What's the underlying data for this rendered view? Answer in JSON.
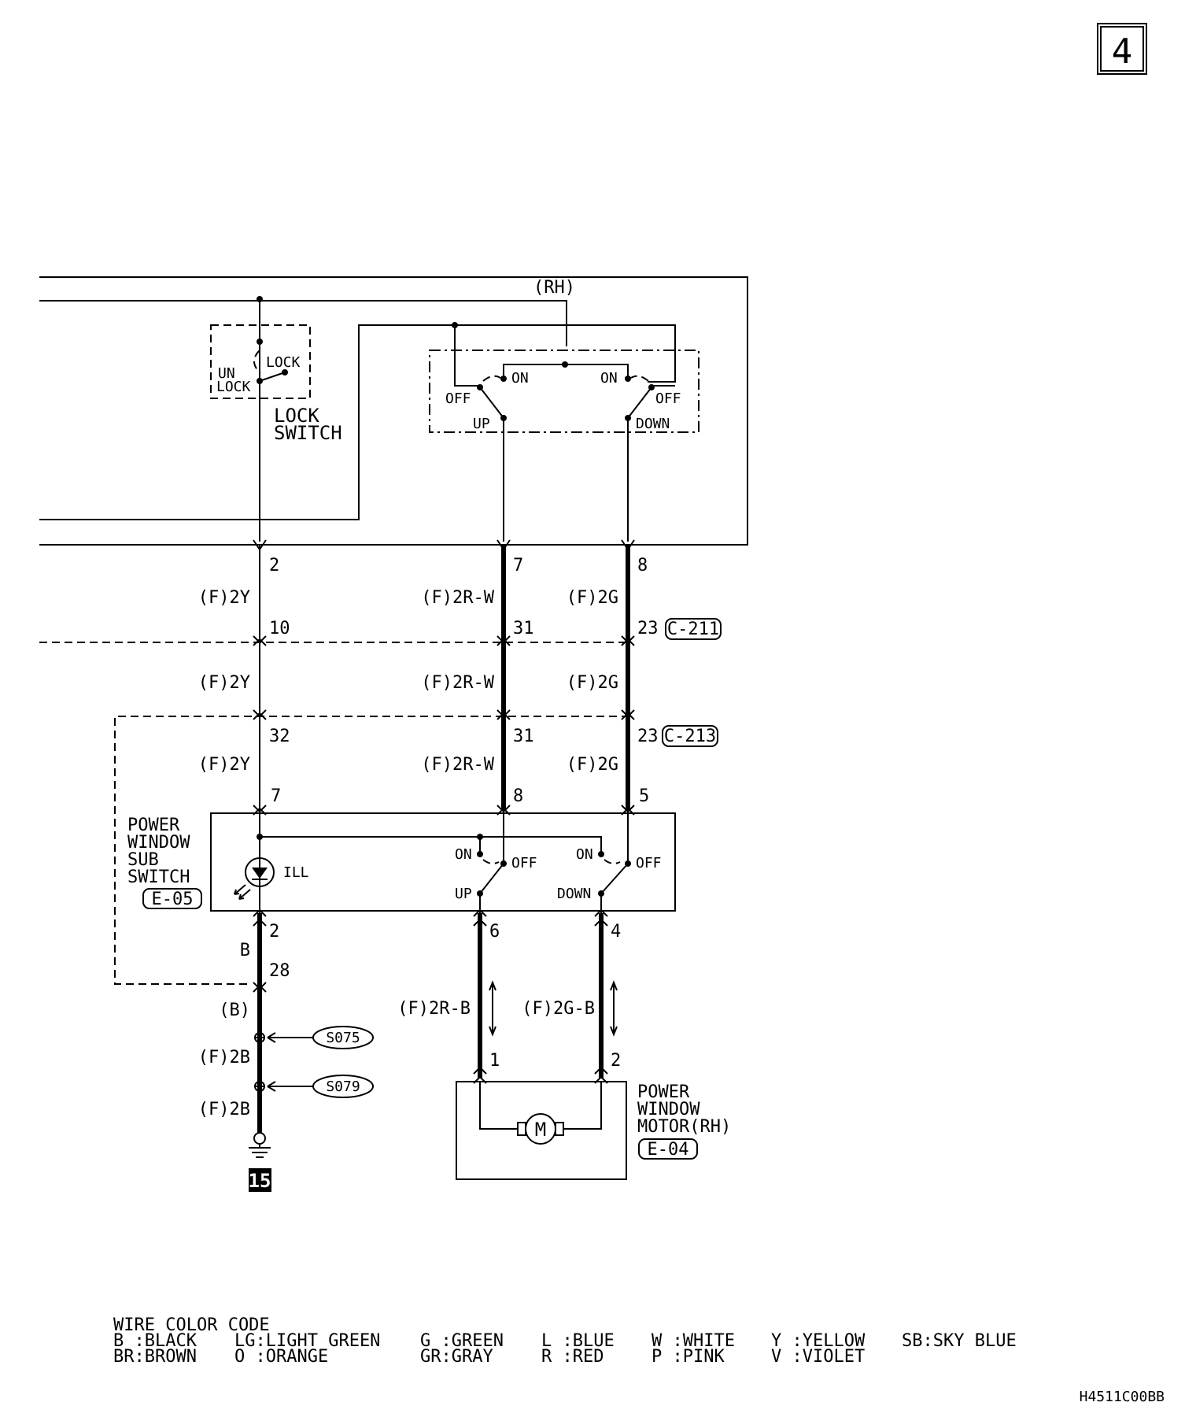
{
  "page_number": "4",
  "top_label": "(RH)",
  "lock_switch": {
    "unlock_line1": "UN",
    "unlock_line2": "LOCK",
    "lock": "LOCK",
    "name_line1": "LOCK",
    "name_line2": "SWITCH"
  },
  "main_switch": {
    "on_left": "ON",
    "on_right": "ON",
    "off_left": "OFF",
    "off_right": "OFF",
    "up": "UP",
    "down": "DOWN"
  },
  "pins_top": [
    "2",
    "7",
    "8"
  ],
  "wire_row1": [
    "(F)2Y",
    "(F)2R-W",
    "(F)2G"
  ],
  "connector1": {
    "pins": [
      "10",
      "31",
      "23"
    ],
    "name": "C-211"
  },
  "wire_row2": [
    "(F)2Y",
    "(F)2R-W",
    "(F)2G"
  ],
  "connector2": {
    "pins": [
      "32",
      "31",
      "23"
    ],
    "name": "C-213"
  },
  "wire_row3": [
    "(F)2Y",
    "(F)2R-W",
    "(F)2G"
  ],
  "sub_switch_pins_top": [
    "7",
    "8",
    "5"
  ],
  "sub_switch": {
    "name_lines": [
      "POWER",
      "WINDOW",
      "SUB",
      "SWITCH"
    ],
    "connector": "E-05",
    "ill": "ILL",
    "on_left": "ON",
    "off_left": "OFF",
    "on_right": "ON",
    "off_right": "OFF",
    "up": "UP",
    "down": "DOWN"
  },
  "sub_switch_pins_bottom": [
    "2",
    "6",
    "4"
  ],
  "ground_wire": {
    "color": "B",
    "pin": "28",
    "color2": "(B)",
    "splice1": "S075",
    "wire2": "(F)2B",
    "splice2": "S079",
    "wire3": "(F)2B",
    "ground_number": "15"
  },
  "motor_wires": [
    "(F)2R-B",
    "(F)2G-B"
  ],
  "motor_pins": [
    "1",
    "2"
  ],
  "motor": {
    "symbol": "M",
    "name_lines": [
      "POWER",
      "WINDOW",
      "MOTOR(RH)"
    ],
    "connector": "E-04"
  },
  "wire_color_code": {
    "title": "WIRE COLOR CODE",
    "row1": [
      "B :BLACK",
      "LG:LIGHT GREEN",
      "G :GREEN",
      "L :BLUE",
      "W :WHITE",
      "Y :YELLOW",
      "SB:SKY BLUE"
    ],
    "row2": [
      "BR:BROWN",
      "O :ORANGE",
      "GR:GRAY",
      "R :RED",
      "P :PINK",
      "V :VIOLET"
    ]
  },
  "figure_code": "H4511C00BB"
}
